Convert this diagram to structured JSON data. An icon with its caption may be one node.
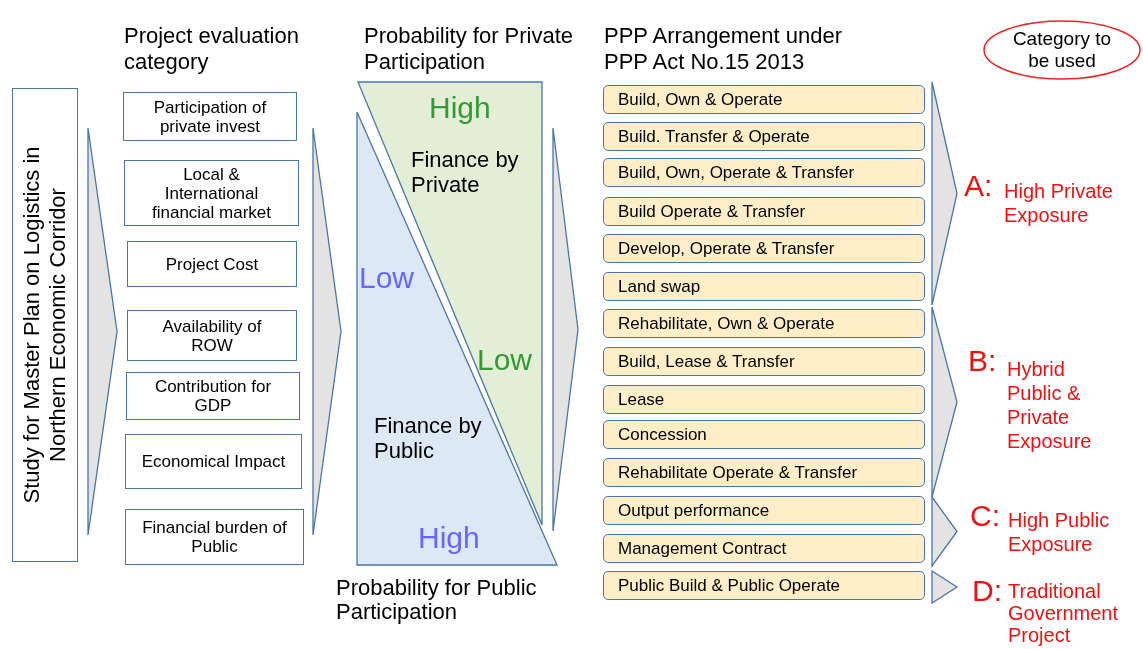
{
  "diagram": {
    "nodes": [
      {
        "text": [
          "Study for Master Plan on Logistics in Northern Economic Corridor"
        ]
      },
      {
        "text": [
          "Participation of private invest"
        ]
      },
      {
        "text": [
          "Local & International financial market"
        ]
      },
      {
        "text": [
          "Project Cost"
        ]
      },
      {
        "text": [
          "Availability of ROW"
        ]
      },
      {
        "text": [
          "Contribution for GDP"
        ]
      },
      {
        "text": [
          "Economical Impact"
        ]
      },
      {
        "text": [
          "Financial burden of Public"
        ]
      },
      {
        "text": [
          "High",
          "Finance by Private",
          "Low"
        ]
      },
      {
        "text": [
          "Low",
          "Finance by Public",
          "High"
        ]
      },
      {
        "text": [
          "Build, Own & Operate"
        ]
      },
      {
        "text": [
          "Build. Transfer & Operate"
        ]
      },
      {
        "text": [
          "Build, Own, Operate & Transfer"
        ]
      },
      {
        "text": [
          "Build Operate & Transfer"
        ]
      },
      {
        "text": [
          "Develop, Operate & Transfer"
        ]
      },
      {
        "text": [
          "Land swap"
        ]
      },
      {
        "text": [
          "Rehabilitate,  Own & Operate"
        ]
      },
      {
        "text": [
          "Build, Lease & Transfer"
        ]
      },
      {
        "text": [
          "Lease"
        ]
      },
      {
        "text": [
          "Concession"
        ]
      },
      {
        "text": [
          "Rehabilitate Operate & Transfer"
        ]
      },
      {
        "text": [
          "Output performance"
        ]
      },
      {
        "text": [
          "Management Contract"
        ]
      },
      {
        "text": [
          "Public Build & Public Operate"
        ]
      },
      {
        "text": [
          "Category to be used"
        ]
      },
      {
        "text": [],
        "shape": "chevron"
      },
      {
        "text": [],
        "shape": "chevron"
      },
      {
        "text": [],
        "shape": "chevron"
      },
      {
        "text": [],
        "shape": "chevron"
      },
      {
        "text": [],
        "shape": "chevron"
      },
      {
        "text": [],
        "shape": "chevron"
      },
      {
        "text": [],
        "shape": "chevron"
      }
    ],
    "labels": [
      "Project evaluation category",
      "Probability for Private Participation",
      "PPP Arrangement under PPP Act No.15 2013",
      "A:",
      "High Private Exposure",
      "B:",
      "Hybrid Public & Private Exposure",
      "C:",
      "High Public Exposure",
      "D:",
      "Traditional Government Project",
      "Probability for Public Participation"
    ]
  }
}
